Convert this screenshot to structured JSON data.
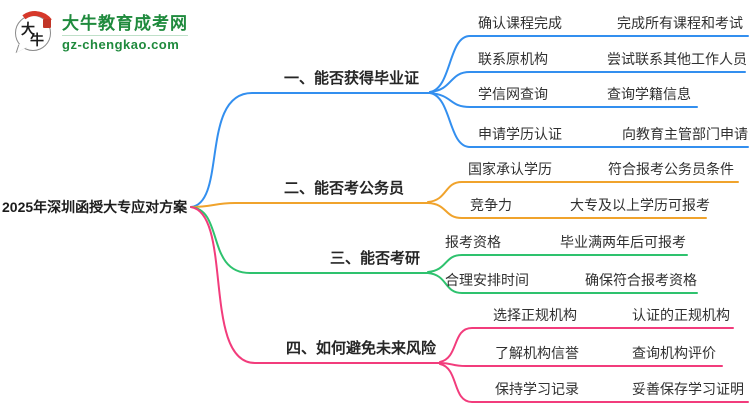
{
  "logo": {
    "title": "大牛教育成考网",
    "domain": "gz-chengkao.com",
    "brand_char_top": "大",
    "brand_char_bottom": "牛",
    "brand_color": "#1f8a3d",
    "seal_color": "#c13527"
  },
  "root": {
    "label": "2025年深圳函授大专应对方案"
  },
  "branches": [
    {
      "label": "一、能否获得毕业证",
      "color": "#338fef",
      "children": [
        {
          "label": "确认课程完成",
          "value": "完成所有课程和考试"
        },
        {
          "label": "联系原机构",
          "value": "尝试联系其他工作人员"
        },
        {
          "label": "学信网查询",
          "value": "查询学籍信息"
        },
        {
          "label": "申请学历认证",
          "value": "向教育主管部门申请"
        }
      ]
    },
    {
      "label": "二、能否考公务员",
      "color": "#f0a32c",
      "children": [
        {
          "label": "国家承认学历",
          "value": "符合报考公务员条件"
        },
        {
          "label": "竞争力",
          "value": "大专及以上学历可报考"
        }
      ]
    },
    {
      "label": "三、能否考研",
      "color": "#2ec26e",
      "children": [
        {
          "label": "报考资格",
          "value": "毕业满两年后可报考"
        },
        {
          "label": "合理安排时间",
          "value": "确保符合报考资格"
        }
      ]
    },
    {
      "label": "四、如何避免未来风险",
      "color": "#f23c7c",
      "children": [
        {
          "label": "选择正规机构",
          "value": "认证的正规机构"
        },
        {
          "label": "了解机构信誉",
          "value": "查询机构评价"
        },
        {
          "label": "保持学习记录",
          "value": "妥善保存学习证明"
        }
      ]
    }
  ]
}
